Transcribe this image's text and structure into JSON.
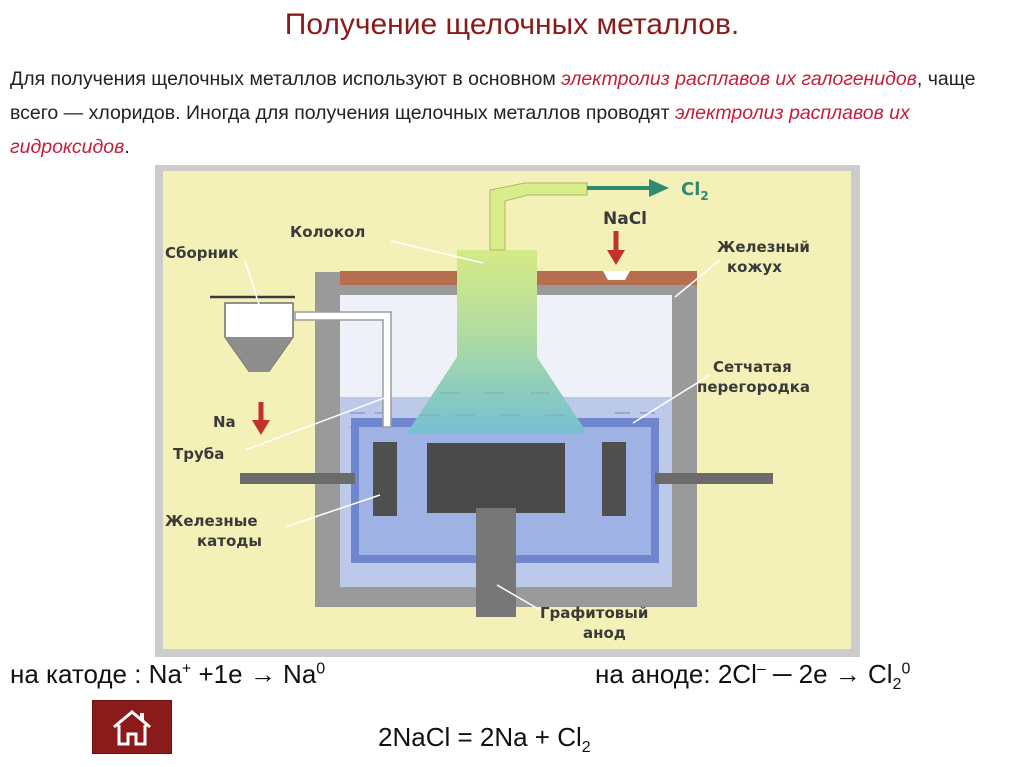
{
  "title": "Получение щелочных металлов.",
  "intro": {
    "t1": "Для получения щелочных металлов используют в основном ",
    "h1": "электролиз расплавов их галогенидов",
    "t2": ", чаще всего — хлоридов. Иногда для получения щелочных металлов проводят ",
    "h2": "электролиз расплавов их гидроксидов",
    "t3": "."
  },
  "diagram": {
    "kolokol": "Колокол",
    "sbornik": "Сборник",
    "na": "Na",
    "truba": "Труба",
    "katody_1": "Железные",
    "katody_2": "катоды",
    "anod_1": "Графитовый",
    "anod_2": "анод",
    "kozhukh_1": "Железный",
    "kozhukh_2": "кожух",
    "peregorodka_1": "Сетчатая",
    "peregorodka_2": "перегородка",
    "nacl": "NaCl",
    "cl2": "Cl",
    "cl2_sub": "2"
  },
  "equations": {
    "cathode_prefix": "на катоде : Na",
    "cathode_sup": "+",
    "cathode_mid": " +1е → Na",
    "cathode_sup2": "0",
    "anode_prefix": "на аноде: 2Cl",
    "anode_sup": "–",
    "anode_mid": " ─ 2е → Cl",
    "anode_sub": "2",
    "anode_sup2": "0",
    "overall_main": "2NaCl = 2Na + Cl",
    "overall_sub": "2"
  },
  "icons": {
    "home": "home-icon"
  },
  "colors": {
    "title": "#8b1a1a",
    "highlight": "#c41e3a",
    "home_bg": "#8b1a1a"
  }
}
